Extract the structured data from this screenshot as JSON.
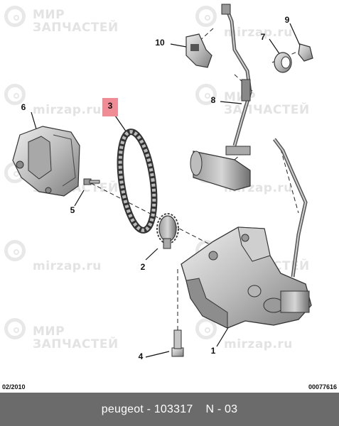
{
  "diagram": {
    "watermarks": {
      "brand_line1": "МИР",
      "brand_line2": "ЗАПЧАСТЕЙ",
      "site": "mirzap.ru"
    },
    "part_labels": [
      "1",
      "2",
      "3",
      "4",
      "5",
      "6",
      "7",
      "8",
      "9",
      "10"
    ],
    "highlight_color": "#f08c95",
    "date_code": "02/2010",
    "drawing_number": "00077616"
  },
  "bottom_bar": {
    "catalog_ref": "peugeot - 103317",
    "page_ref": "N - 03"
  }
}
